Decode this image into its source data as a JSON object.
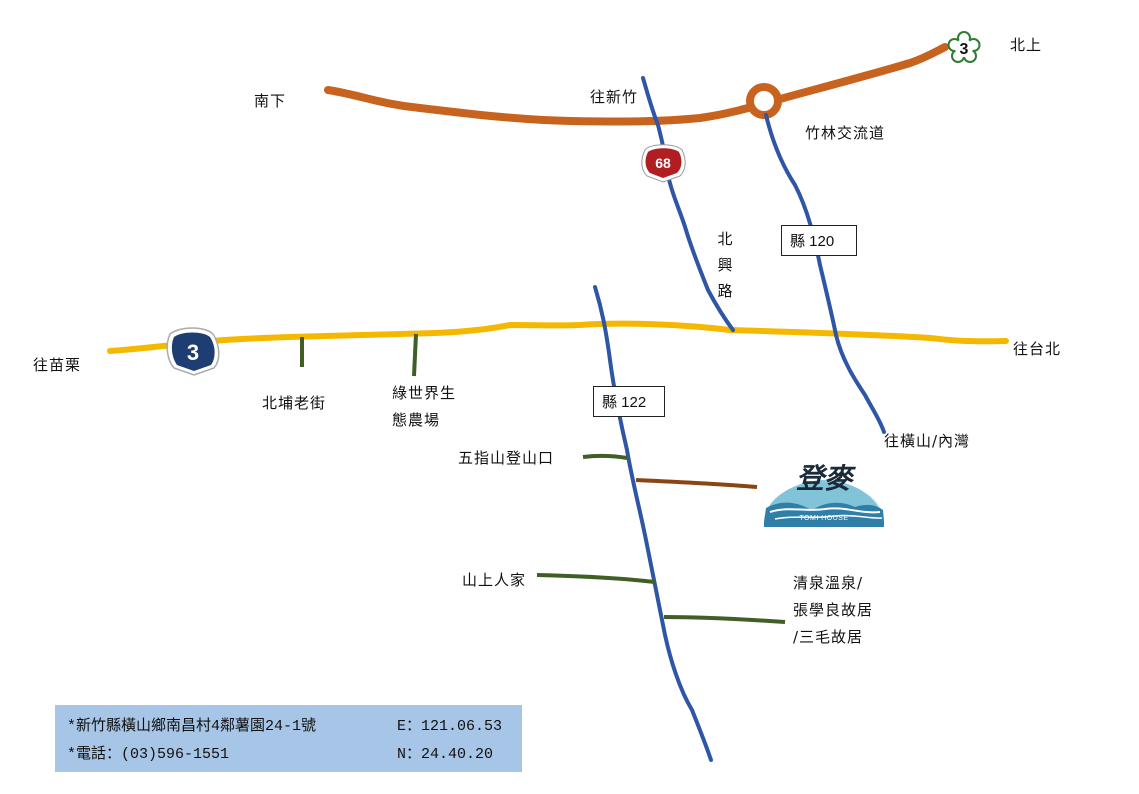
{
  "colors": {
    "highway": "#c8621f",
    "provincial": "#f5b800",
    "county": "#2f56a5",
    "local": "#3f5f25",
    "side_road_brown": "#8b4513",
    "route3_shield": "#1e3d73",
    "route68_shield": "#b01e23",
    "info_bg": "#a7c5e6"
  },
  "labels": {
    "north": "北上",
    "south": "南下",
    "to_hsinchu": "往新竹",
    "interchange": "竹林交流道",
    "beixing_road": "北興路",
    "to_miaoli": "往苗栗",
    "to_taipei": "往台北",
    "to_hengshan": "往橫山/內灣",
    "beipu_street": "北埔老街",
    "green_world_1": "綠世界生",
    "green_world_2": "態農場",
    "wuzhishan": "五指山登山口",
    "shanshang": "山上人家",
    "qingquan_1": "清泉溫泉/",
    "qingquan_2": "張學良故居",
    "qingquan_3": "/三毛故居"
  },
  "shields": {
    "route3_big": "3",
    "route3_small": "3",
    "route68": "68"
  },
  "county_roads": {
    "r120": "縣 120",
    "r122": "縣 122"
  },
  "logo": {
    "brand_mark": "登麥",
    "sub": "TOMI HOUSE"
  },
  "info": {
    "address": "*新竹縣橫山鄉南昌村4鄰薯園24-1號",
    "lon": "E：121.06.53",
    "phone": "*電話：(03)596-1551",
    "lat": "N：24.40.20"
  }
}
